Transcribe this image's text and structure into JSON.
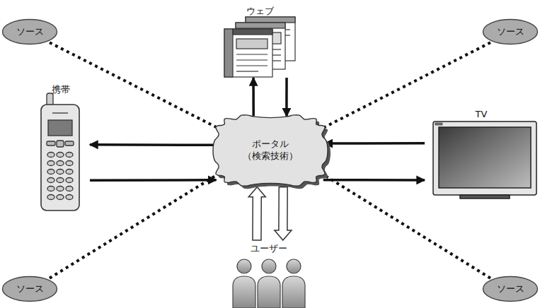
{
  "diagram": {
    "nodes": [
      {
        "text": [
          "ソース"
        ]
      },
      {
        "text": [
          "ウェブ"
        ]
      },
      {
        "text": [
          "ソース"
        ]
      },
      {
        "text": [
          "携帯"
        ]
      },
      {
        "text": [
          "ポータル （検索技術）"
        ]
      },
      {
        "text": [
          "TV"
        ]
      },
      {
        "text": [
          "ソース"
        ]
      },
      {
        "text": [
          "ユーザー"
        ]
      },
      {
        "text": [
          "ソース"
        ]
      }
    ],
    "edges": [
      {
        "from": 0,
        "to": 4,
        "arrow": "none"
      },
      {
        "from": 4,
        "to": 1,
        "arrow": "to"
      },
      {
        "from": 1,
        "to": 4,
        "arrow": "to"
      },
      {
        "from": 2,
        "to": 4,
        "arrow": "none"
      },
      {
        "from": 4,
        "to": 3,
        "arrow": "to"
      },
      {
        "from": 3,
        "to": 4,
        "arrow": "to"
      },
      {
        "from": 5,
        "to": 4,
        "arrow": "to"
      },
      {
        "from": 4,
        "to": 5,
        "arrow": "to"
      },
      {
        "from": 6,
        "to": 4,
        "arrow": "none"
      },
      {
        "from": 7,
        "to": 4,
        "arrow": "to"
      },
      {
        "from": 4,
        "to": 7,
        "arrow": "to"
      },
      {
        "from": 8,
        "to": 4,
        "arrow": "none"
      }
    ]
  }
}
